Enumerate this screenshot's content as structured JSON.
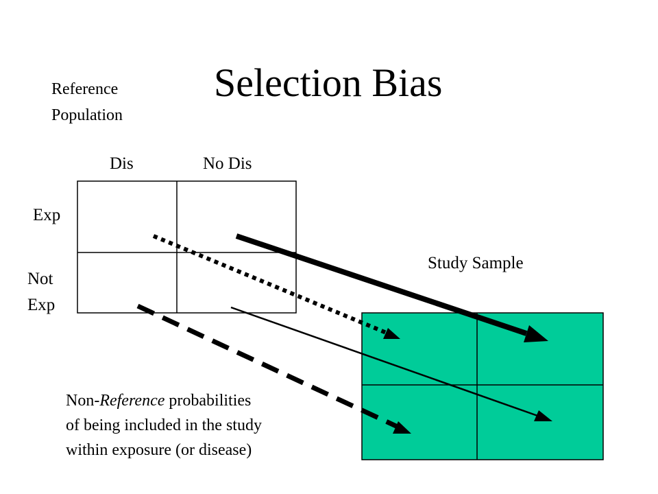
{
  "slide": {
    "title": "Selection Bias",
    "reference_population": [
      "Reference",
      "Population"
    ],
    "columns": {
      "dis": "Dis",
      "no_dis": "No Dis"
    },
    "rows": {
      "exp": "Exp",
      "not_exp": [
        "Not",
        "Exp"
      ]
    },
    "study_sample_label": "Study Sample",
    "note": {
      "prefix": "Non-",
      "emphasis": "Reference",
      "line1_rest": " probabilities",
      "line2": "of being included in the study",
      "line3": "within exposure (or disease)"
    }
  },
  "colors": {
    "study_fill": "#00CC99",
    "ink": "#000000"
  }
}
